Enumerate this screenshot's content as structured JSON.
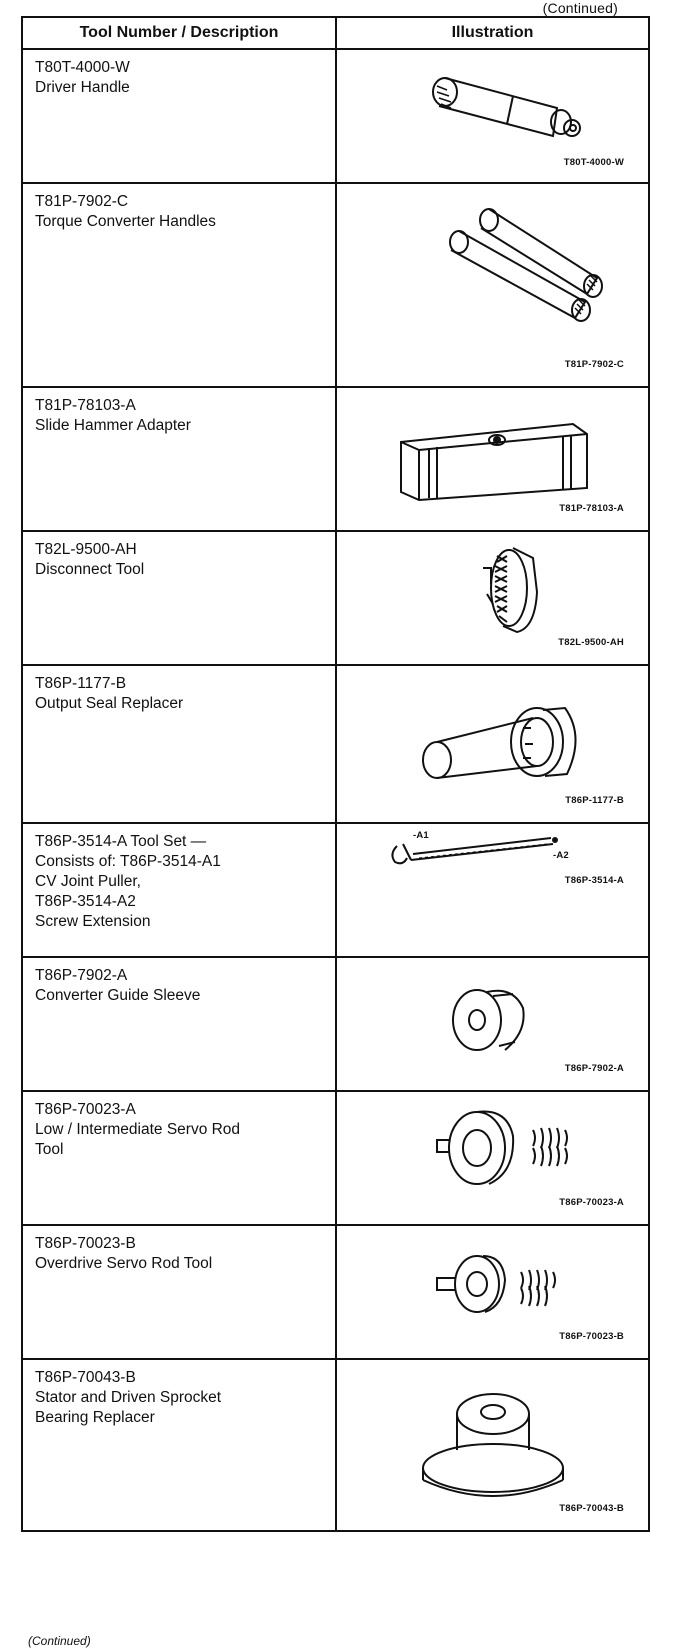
{
  "page": {
    "corner_text": "(Continued)",
    "footer_text": "(Continued)"
  },
  "table": {
    "headers": [
      "Tool Number / Description",
      "Illustration"
    ],
    "rows": [
      {
        "lines": [
          "T80T-4000-W",
          "Driver Handle"
        ],
        "tag": "T80T-4000-W",
        "icon": "driver-handle-icon"
      },
      {
        "lines": [
          "T81P-7902-C",
          "Torque Converter Handles"
        ],
        "tag": "T81P-7902-C",
        "icon": "torque-converter-handles-icon"
      },
      {
        "lines": [
          "T81P-78103-A",
          "Slide Hammer Adapter"
        ],
        "tag": "T81P-78103-A",
        "icon": "slide-hammer-adapter-icon"
      },
      {
        "lines": [
          "T82L-9500-AH",
          "Disconnect Tool"
        ],
        "tag": "T82L-9500-AH",
        "icon": "disconnect-tool-icon"
      },
      {
        "lines": [
          "T86P-1177-B",
          "Output Seal Replacer"
        ],
        "tag": "T86P-1177-B",
        "icon": "output-seal-replacer-icon"
      },
      {
        "lines": [
          "T86P-3514-A Tool Set —",
          "Consists of: T86P-3514-A1",
          "CV Joint Puller,",
          "T86P-3514-A2",
          "Screw Extension"
        ],
        "tag": "T86P-3514-A",
        "callouts": [
          "-A1",
          "-A2"
        ],
        "icon": "cv-joint-puller-icon"
      },
      {
        "lines": [
          "T86P-7902-A",
          "Converter Guide Sleeve"
        ],
        "tag": "T86P-7902-A",
        "icon": "converter-guide-sleeve-icon"
      },
      {
        "lines": [
          "T86P-70023-A",
          "Low / Intermediate Servo Rod",
          "Tool"
        ],
        "tag": "T86P-70023-A",
        "icon": "servo-rod-tool-icon"
      },
      {
        "lines": [
          "T86P-70023-B",
          "Overdrive Servo Rod Tool"
        ],
        "tag": "T86P-70023-B",
        "icon": "overdrive-servo-rod-tool-icon"
      },
      {
        "lines": [
          "T86P-70043-B",
          "Stator and Driven Sprocket",
          "Bearing Replacer"
        ],
        "tag": "T86P-70043-B",
        "icon": "bearing-replacer-icon"
      }
    ]
  }
}
